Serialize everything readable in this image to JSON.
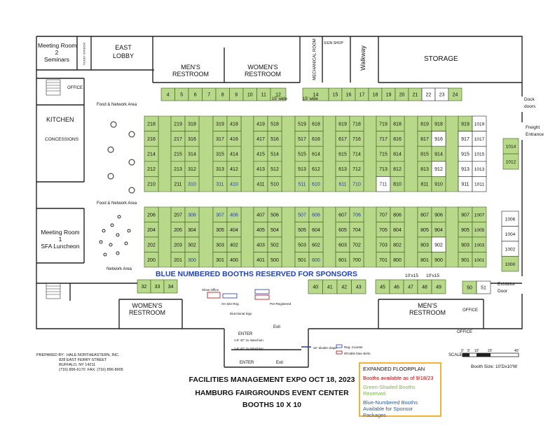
{
  "rooms": {
    "meeting_room_2": "Meeting Room\n2\nSeminars",
    "ticket_window": "TICKET WINDOW",
    "east_lobby": "EAST\nLOBBY",
    "mens_restroom_top": "MEN'S\nRESTROOM",
    "womens_restroom_top": "WOMEN'S\nRESTROOM",
    "mechanical_room": "MECHANICAL ROOM",
    "sign_shop": "SIGN SHOP",
    "walkway": "Walkway",
    "storage": "STORAGE",
    "office_left": "OFFICE",
    "kitchen": "KITCHEN",
    "concessions": "CONCESSIONS",
    "food_network_area_1": "Food & Network Area",
    "food_network_area_2": "Food & Network Area",
    "network_area": "Network Area",
    "meeting_room_1": "Meeting Room\n1\nSFA Luncheon",
    "dock_doors": "Dock\ndoors",
    "freight_entrance": "Freight\nEntrance",
    "exhibitor_door": "Exhibitor\nDoor",
    "womens_restroom_bottom": "WOMEN'S\nRESTROOM",
    "mens_restroom_bottom": "MEN'S\nRESTROOM",
    "office_bottom_1": "OFFICE",
    "office_bottom_2": "OFFICE",
    "show_office": "Show Office",
    "on_site_reg": "On Site Reg.",
    "pre_registered": "Pre-Registered",
    "directional_sign": "Directional Sign",
    "enter_1": "ENTER",
    "enter_2": "ENTER",
    "exit_1": "Exit",
    "exit_2": "Exit",
    "stanchion_1": "1-8' 42\" 2x stanchion",
    "stanchion_2": "1-8' 42\" 2x stanchion",
    "divider_drape": "32\" divider drape",
    "reg_counter": "Reg. Counter",
    "tables": "6ft table blue skirts"
  },
  "notes": {
    "wide_12": "15' wide",
    "wide_14": "15' wide",
    "size_47": "10'x15",
    "size_49": "10'x15",
    "sponsor_banner": "BLUE NUMBERED BOOTHS RESERVED FOR SPONSORS"
  },
  "scale": {
    "label": "SCALE",
    "ticks": [
      "0'",
      "5'",
      "10'",
      "20'",
      "40'"
    ],
    "booth_size": "Booth Size: 10'Dx10'W"
  },
  "prepared_by": "PREPARED BY:  HALE NORTHEASTERN, INC.\n                     828 EAST FERRY STREET\n                     BUFFALO, NY 14211\n                     (716) 896-6170  FAX: (716) 896-8905",
  "footer": {
    "line1": "FACILITIES MANAGEMENT EXPO OCT 18, 2023",
    "line2": "HAMBURG FAIRGROUNDS EVENT CENTER",
    "line3": "BOOTHS 10 X 10"
  },
  "legend": {
    "title": "EXPANDED FLOORPLAN",
    "available": "Booths available as of 9/18/23",
    "reserved": "Green-Shaded Booths Reserved",
    "sponsor": "Blue-Numbered Booths Available for Sponsor Packages"
  },
  "colors": {
    "reserved": "#b9d98a",
    "reserved_border": "#3d5a1e",
    "available": "#ffffff",
    "sponsor_text": "#2236b5",
    "wall": "#222222",
    "legend_border": "#f2b233",
    "legend_available": "#c00000",
    "legend_reserved": "#7ab648",
    "legend_sponsor": "#2b5aa6"
  },
  "booths": [
    {
      "id": "4",
      "s": "r"
    },
    {
      "id": "5",
      "s": "r"
    },
    {
      "id": "6",
      "s": "r"
    },
    {
      "id": "7",
      "s": "r"
    },
    {
      "id": "8",
      "s": "r"
    },
    {
      "id": "9",
      "s": "r"
    },
    {
      "id": "10",
      "s": "r"
    },
    {
      "id": "11",
      "s": "r"
    },
    {
      "id": "12",
      "s": "r"
    },
    {
      "id": "14",
      "s": "r"
    },
    {
      "id": "15",
      "s": "r"
    },
    {
      "id": "16",
      "s": "r"
    },
    {
      "id": "17",
      "s": "r"
    },
    {
      "id": "18",
      "s": "r"
    },
    {
      "id": "19",
      "s": "r"
    },
    {
      "id": "20",
      "s": "r"
    },
    {
      "id": "21",
      "s": "r"
    },
    {
      "id": "22",
      "s": "a"
    },
    {
      "id": "23",
      "s": "a"
    },
    {
      "id": "24",
      "s": "r"
    },
    {
      "id": "218",
      "s": "r"
    },
    {
      "id": "216",
      "s": "r"
    },
    {
      "id": "214",
      "s": "r"
    },
    {
      "id": "212",
      "s": "r"
    },
    {
      "id": "210",
      "s": "r"
    },
    {
      "id": "219",
      "s": "r"
    },
    {
      "id": "217",
      "s": "r"
    },
    {
      "id": "215",
      "s": "r"
    },
    {
      "id": "213",
      "s": "r"
    },
    {
      "id": "211",
      "s": "r"
    },
    {
      "id": "318",
      "s": "r"
    },
    {
      "id": "316",
      "s": "r"
    },
    {
      "id": "314",
      "s": "r"
    },
    {
      "id": "312",
      "s": "r"
    },
    {
      "id": "310",
      "s": "s"
    },
    {
      "id": "319",
      "s": "r"
    },
    {
      "id": "317",
      "s": "r"
    },
    {
      "id": "315",
      "s": "r"
    },
    {
      "id": "313",
      "s": "r"
    },
    {
      "id": "311",
      "s": "s"
    },
    {
      "id": "418",
      "s": "r"
    },
    {
      "id": "416",
      "s": "r"
    },
    {
      "id": "414",
      "s": "r"
    },
    {
      "id": "412",
      "s": "r"
    },
    {
      "id": "410",
      "s": "s"
    },
    {
      "id": "419",
      "s": "r"
    },
    {
      "id": "417",
      "s": "r"
    },
    {
      "id": "415",
      "s": "r"
    },
    {
      "id": "413",
      "s": "r"
    },
    {
      "id": "411",
      "s": "r"
    },
    {
      "id": "518",
      "s": "r"
    },
    {
      "id": "516",
      "s": "r"
    },
    {
      "id": "514",
      "s": "r"
    },
    {
      "id": "512",
      "s": "r"
    },
    {
      "id": "510",
      "s": "r"
    },
    {
      "id": "519",
      "s": "r"
    },
    {
      "id": "517",
      "s": "r"
    },
    {
      "id": "515",
      "s": "r"
    },
    {
      "id": "513",
      "s": "r"
    },
    {
      "id": "511",
      "s": "s"
    },
    {
      "id": "618",
      "s": "r"
    },
    {
      "id": "616",
      "s": "r"
    },
    {
      "id": "614",
      "s": "r"
    },
    {
      "id": "612",
      "s": "r"
    },
    {
      "id": "610",
      "s": "s"
    },
    {
      "id": "619",
      "s": "r"
    },
    {
      "id": "617",
      "s": "r"
    },
    {
      "id": "615",
      "s": "r"
    },
    {
      "id": "613",
      "s": "r"
    },
    {
      "id": "611",
      "s": "s"
    },
    {
      "id": "718",
      "s": "r"
    },
    {
      "id": "716",
      "s": "r"
    },
    {
      "id": "714",
      "s": "r"
    },
    {
      "id": "712",
      "s": "r"
    },
    {
      "id": "710",
      "s": "s"
    },
    {
      "id": "719",
      "s": "r"
    },
    {
      "id": "717",
      "s": "r"
    },
    {
      "id": "715",
      "s": "r"
    },
    {
      "id": "713",
      "s": "r"
    },
    {
      "id": "711",
      "s": "as"
    },
    {
      "id": "818",
      "s": "r"
    },
    {
      "id": "816",
      "s": "r"
    },
    {
      "id": "814",
      "s": "r"
    },
    {
      "id": "812",
      "s": "r"
    },
    {
      "id": "810",
      "s": "r"
    },
    {
      "id": "819",
      "s": "r"
    },
    {
      "id": "817",
      "s": "r"
    },
    {
      "id": "815",
      "s": "r"
    },
    {
      "id": "813",
      "s": "r"
    },
    {
      "id": "811",
      "s": "r"
    },
    {
      "id": "918",
      "s": "r"
    },
    {
      "id": "916",
      "s": "a"
    },
    {
      "id": "914",
      "s": "r"
    },
    {
      "id": "912",
      "s": "a"
    },
    {
      "id": "910",
      "s": "r"
    },
    {
      "id": "919",
      "s": "r"
    },
    {
      "id": "917",
      "s": "a"
    },
    {
      "id": "915",
      "s": "a"
    },
    {
      "id": "913",
      "s": "a"
    },
    {
      "id": "911",
      "s": "a"
    },
    {
      "id": "1019",
      "s": "a"
    },
    {
      "id": "1017",
      "s": "a"
    },
    {
      "id": "1015",
      "s": "a"
    },
    {
      "id": "1013",
      "s": "a"
    },
    {
      "id": "1011",
      "s": "a"
    },
    {
      "id": "1014",
      "s": "r"
    },
    {
      "id": "1012",
      "s": "r"
    },
    {
      "id": "206",
      "s": "r"
    },
    {
      "id": "204",
      "s": "r"
    },
    {
      "id": "202",
      "s": "r"
    },
    {
      "id": "200",
      "s": "r"
    },
    {
      "id": "207",
      "s": "r"
    },
    {
      "id": "205",
      "s": "r"
    },
    {
      "id": "203",
      "s": "r"
    },
    {
      "id": "201",
      "s": "r"
    },
    {
      "id": "306",
      "s": "s"
    },
    {
      "id": "304",
      "s": "r"
    },
    {
      "id": "302",
      "s": "r"
    },
    {
      "id": "300",
      "s": "s"
    },
    {
      "id": "307",
      "s": "s"
    },
    {
      "id": "305",
      "s": "r"
    },
    {
      "id": "303",
      "s": "r"
    },
    {
      "id": "301",
      "s": "r"
    },
    {
      "id": "406",
      "s": "s"
    },
    {
      "id": "404",
      "s": "r"
    },
    {
      "id": "402",
      "s": "r"
    },
    {
      "id": "400",
      "s": "r"
    },
    {
      "id": "407",
      "s": "r"
    },
    {
      "id": "405",
      "s": "r"
    },
    {
      "id": "403",
      "s": "r"
    },
    {
      "id": "401",
      "s": "r"
    },
    {
      "id": "506",
      "s": "r"
    },
    {
      "id": "504",
      "s": "r"
    },
    {
      "id": "502",
      "s": "r"
    },
    {
      "id": "500",
      "s": "r"
    },
    {
      "id": "507",
      "s": "s"
    },
    {
      "id": "505",
      "s": "r"
    },
    {
      "id": "503",
      "s": "r"
    },
    {
      "id": "501",
      "s": "r"
    },
    {
      "id": "606",
      "s": "s"
    },
    {
      "id": "604",
      "s": "r"
    },
    {
      "id": "602",
      "s": "r"
    },
    {
      "id": "600",
      "s": "s"
    },
    {
      "id": "607",
      "s": "r"
    },
    {
      "id": "605",
      "s": "r"
    },
    {
      "id": "603",
      "s": "r"
    },
    {
      "id": "601",
      "s": "r"
    },
    {
      "id": "706",
      "s": "s"
    },
    {
      "id": "704",
      "s": "r"
    },
    {
      "id": "702",
      "s": "r"
    },
    {
      "id": "700",
      "s": "r"
    },
    {
      "id": "707",
      "s": "r"
    },
    {
      "id": "705",
      "s": "r"
    },
    {
      "id": "703",
      "s": "r"
    },
    {
      "id": "701",
      "s": "r"
    },
    {
      "id": "806",
      "s": "r"
    },
    {
      "id": "804",
      "s": "r"
    },
    {
      "id": "802",
      "s": "r"
    },
    {
      "id": "800",
      "s": "r"
    },
    {
      "id": "807",
      "s": "r"
    },
    {
      "id": "805",
      "s": "r"
    },
    {
      "id": "803",
      "s": "r"
    },
    {
      "id": "801",
      "s": "r"
    },
    {
      "id": "906",
      "s": "r"
    },
    {
      "id": "904",
      "s": "r"
    },
    {
      "id": "902",
      "s": "a"
    },
    {
      "id": "900",
      "s": "r"
    },
    {
      "id": "907",
      "s": "r"
    },
    {
      "id": "905",
      "s": "r"
    },
    {
      "id": "903",
      "s": "r"
    },
    {
      "id": "901",
      "s": "r"
    },
    {
      "id": "1007",
      "s": "r"
    },
    {
      "id": "1005",
      "s": "r"
    },
    {
      "id": "1003",
      "s": "r"
    },
    {
      "id": "1001",
      "s": "r"
    },
    {
      "id": "1006",
      "s": "a"
    },
    {
      "id": "1004",
      "s": "a"
    },
    {
      "id": "1002",
      "s": "a"
    },
    {
      "id": "1000",
      "s": "r"
    },
    {
      "id": "32",
      "s": "r"
    },
    {
      "id": "33",
      "s": "r"
    },
    {
      "id": "34",
      "s": "r"
    },
    {
      "id": "40",
      "s": "r"
    },
    {
      "id": "41",
      "s": "r"
    },
    {
      "id": "42",
      "s": "r"
    },
    {
      "id": "43",
      "s": "r"
    },
    {
      "id": "45",
      "s": "r"
    },
    {
      "id": "46",
      "s": "r"
    },
    {
      "id": "47",
      "s": "r"
    },
    {
      "id": "48",
      "s": "r"
    },
    {
      "id": "49",
      "s": "r"
    },
    {
      "id": "50",
      "s": "r"
    },
    {
      "id": "51",
      "s": "a"
    }
  ]
}
